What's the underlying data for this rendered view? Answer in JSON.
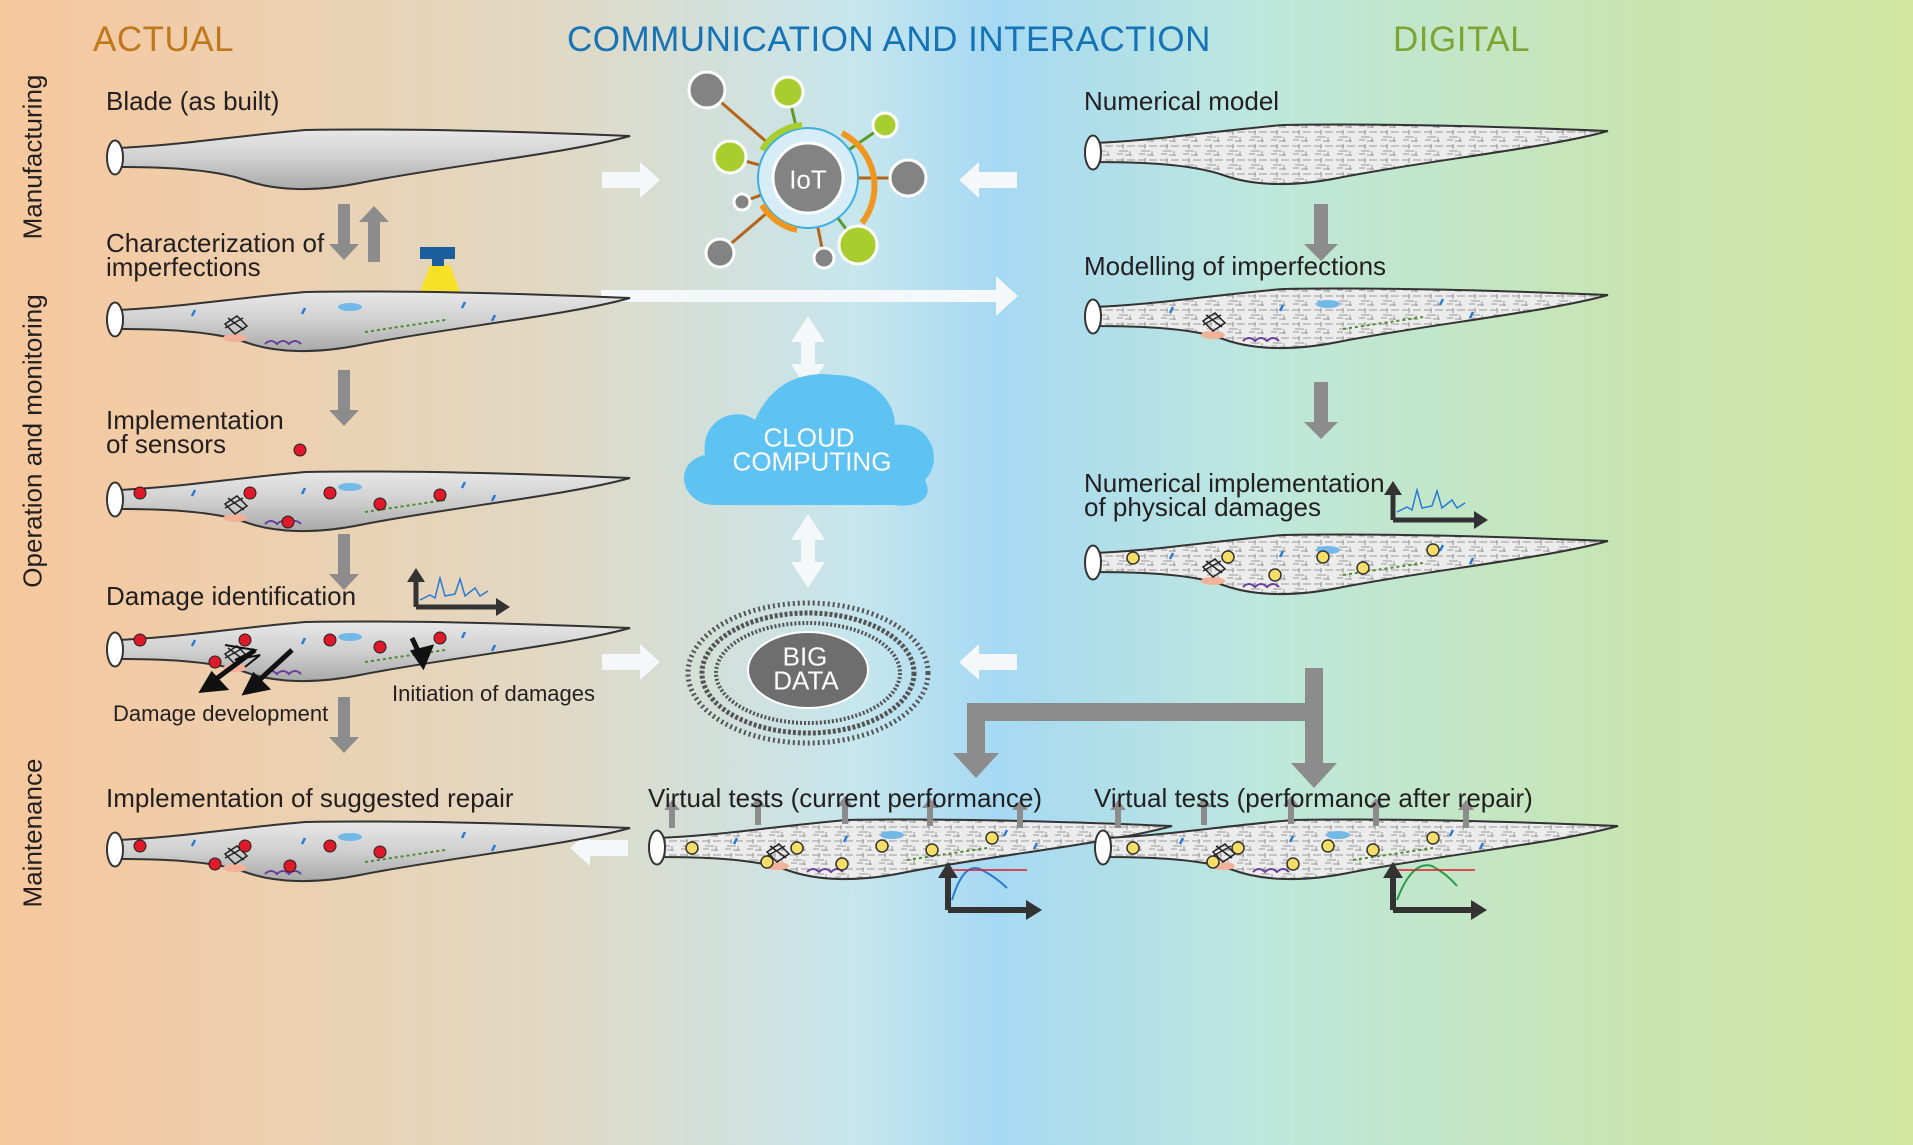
{
  "headers": {
    "actual": "ACTUAL",
    "comm": "COMMUNICATION AND INTERACTION",
    "digital": "DIGITAL"
  },
  "phases": {
    "manufacturing": "Manufacturing",
    "operation": "Operation and monitoring",
    "maintenance": "Maintenance"
  },
  "actual": {
    "blade_as_built": "Blade (as built)",
    "characterization_1": "Characterization of",
    "characterization_2": "imperfections",
    "sensors_1": "Implementation",
    "sensors_2": "of sensors",
    "damage_identification": "Damage identification",
    "damage_development": "Damage development",
    "initiation_of_damages": "Initiation of damages",
    "suggested_repair": "Implementation of suggested repair"
  },
  "comm": {
    "iot": "IoT",
    "cloud_1": "CLOUD",
    "cloud_2": "COMPUTING",
    "bigdata_1": "BIG",
    "bigdata_2": "DATA",
    "virtual_current": "Virtual tests (current performance)"
  },
  "digital": {
    "numerical_model": "Numerical model",
    "modelling_imperfections": "Modelling of imperfections",
    "numerical_damages_1": "Numerical implementation",
    "numerical_damages_2": "of physical damages",
    "virtual_after_repair": "Virtual tests (performance after repair)"
  },
  "colors": {
    "actual_header": "#c0781f",
    "comm_header": "#1673b5",
    "digital_header": "#7ea434",
    "sensor": "#e0192a",
    "virtual_sensor": "#f6dd66",
    "iot_green": "#a7cd2f",
    "iot_orange": "#f0961e"
  },
  "icons": [
    "blade-shell",
    "sensor-dot",
    "iot-hub-icon",
    "cloud-icon",
    "big-data-ring",
    "scanner-icon",
    "signal-plot-icon",
    "arrow"
  ]
}
